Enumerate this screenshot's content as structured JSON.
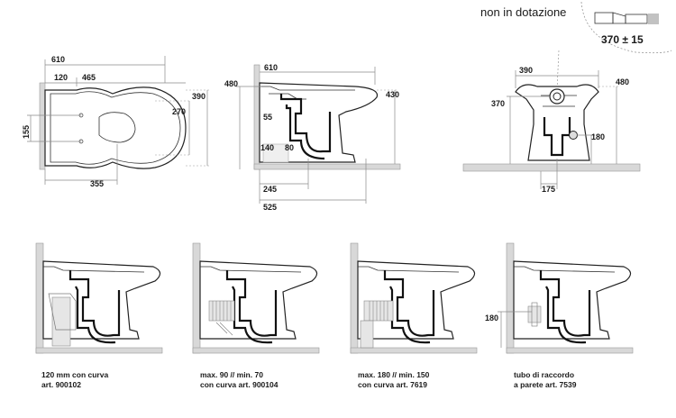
{
  "callout": {
    "note": "non in dotazione",
    "dimension": "370 ± 15"
  },
  "top_view": {
    "dim_total": "610",
    "dim_left": "120",
    "dim_mid": "465",
    "dim_width": "390",
    "dim_inner": "270",
    "dim_side": "155",
    "dim_bottom": "355"
  },
  "side_view": {
    "dim_top": "610",
    "dim_height_left": "480",
    "dim_height_right": "430",
    "dim_55": "55",
    "dim_140": "140",
    "dim_80": "80",
    "dim_245": "245",
    "dim_525": "525"
  },
  "rear_view": {
    "dim_width": "390",
    "dim_height_right": "480",
    "dim_height_left": "370",
    "dim_outlet": "180",
    "dim_base": "175"
  },
  "variants": [
    {
      "line1": "120 mm con curva",
      "line2": "art. 900102"
    },
    {
      "line1": "max. 90 // min. 70",
      "line2": "con curva art. 900104"
    },
    {
      "line1": "max. 180 // min. 150",
      "line2": "con curva art. 7619"
    },
    {
      "line1": "tubo di raccordo",
      "line2": "a parete art. 7539"
    }
  ],
  "variant4_dim": "180"
}
